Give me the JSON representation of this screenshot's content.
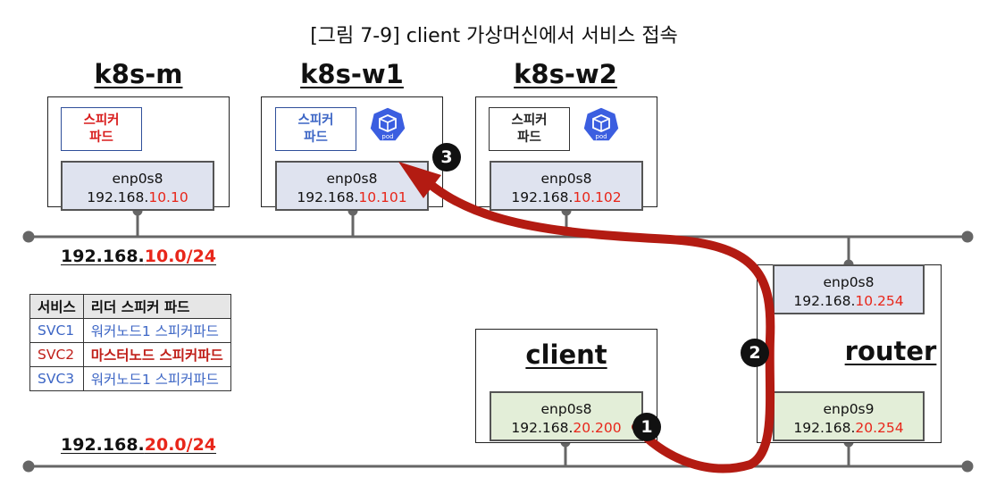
{
  "caption": "[그림 7-9] client 가상머신에서 서비스 접속",
  "nodes": {
    "k8s_m": {
      "name": "k8s-m",
      "pod_label_line1": "스피커",
      "pod_label_line2": "파드",
      "nic": "enp0s8",
      "ip_prefix": "192.168.",
      "ip_suffix": "10.10"
    },
    "k8s_w1": {
      "name": "k8s-w1",
      "pod_label_line1": "스피커",
      "pod_label_line2": "파드",
      "pod_icon_text": "pod",
      "nic": "enp0s8",
      "ip_prefix": "192.168.",
      "ip_suffix": "10.101"
    },
    "k8s_w2": {
      "name": "k8s-w2",
      "pod_label_line1": "스피커",
      "pod_label_line2": "파드",
      "pod_icon_text": "pod",
      "nic": "enp0s8",
      "ip_prefix": "192.168.",
      "ip_suffix": "10.102"
    },
    "client": {
      "name": "client",
      "nic": "enp0s8",
      "ip_prefix": "192.168.",
      "ip_suffix": "20.200"
    },
    "router": {
      "name": "router",
      "nic_top": "enp0s8",
      "ip_top_prefix": "192.168.",
      "ip_top_suffix": "10.254",
      "nic_bottom": "enp0s9",
      "ip_bottom_prefix": "192.168.",
      "ip_bottom_suffix": "20.254"
    }
  },
  "networks": {
    "upper": {
      "prefix": "192.168.",
      "suffix": "10.0/24"
    },
    "lower": {
      "prefix": "192.168.",
      "suffix": "20.0/24"
    }
  },
  "service_table": {
    "headers": [
      "서비스",
      "리더 스피커 파드"
    ],
    "rows": [
      {
        "service": "SVC1",
        "leader": "워커노드1 스피커파드",
        "color": "#3d66c5"
      },
      {
        "service": "SVC2",
        "leader": "마스터노드 스피커파드",
        "color": "#c0201a"
      },
      {
        "service": "SVC3",
        "leader": "워커노드1 스피커파드",
        "color": "#3d66c5"
      }
    ]
  },
  "steps": [
    "1",
    "2",
    "3"
  ],
  "colors": {
    "accent_red": "#e8261a",
    "path_red": "#b31b12",
    "pod_blue": "#3b5ee0"
  }
}
